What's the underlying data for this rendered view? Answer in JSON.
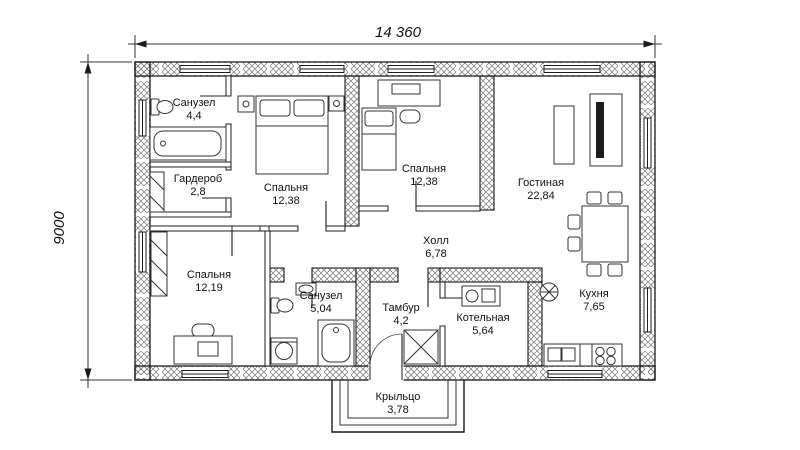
{
  "dimensions": {
    "width": "14 360",
    "height": "9000"
  },
  "rooms": [
    {
      "name": "Санузел",
      "area": "4,4"
    },
    {
      "name": "Гардероб",
      "area": "2,8"
    },
    {
      "name": "Спальня",
      "area": "12,38"
    },
    {
      "name": "Спальня",
      "area": "12,38"
    },
    {
      "name": "Гостиная",
      "area": "22,84"
    },
    {
      "name": "Спальня",
      "area": "12,19"
    },
    {
      "name": "Санузел",
      "area": "5,04"
    },
    {
      "name": "Холл",
      "area": "6,78"
    },
    {
      "name": "Тамбур",
      "area": "4,2"
    },
    {
      "name": "Котельная",
      "area": "5,64"
    },
    {
      "name": "Кухня",
      "area": "7,65"
    },
    {
      "name": "Крыльцо",
      "area": "3,78"
    }
  ],
  "colors": {
    "line": "#1c1c1c",
    "hatch": "#7a7a7a",
    "background": "#ffffff"
  }
}
